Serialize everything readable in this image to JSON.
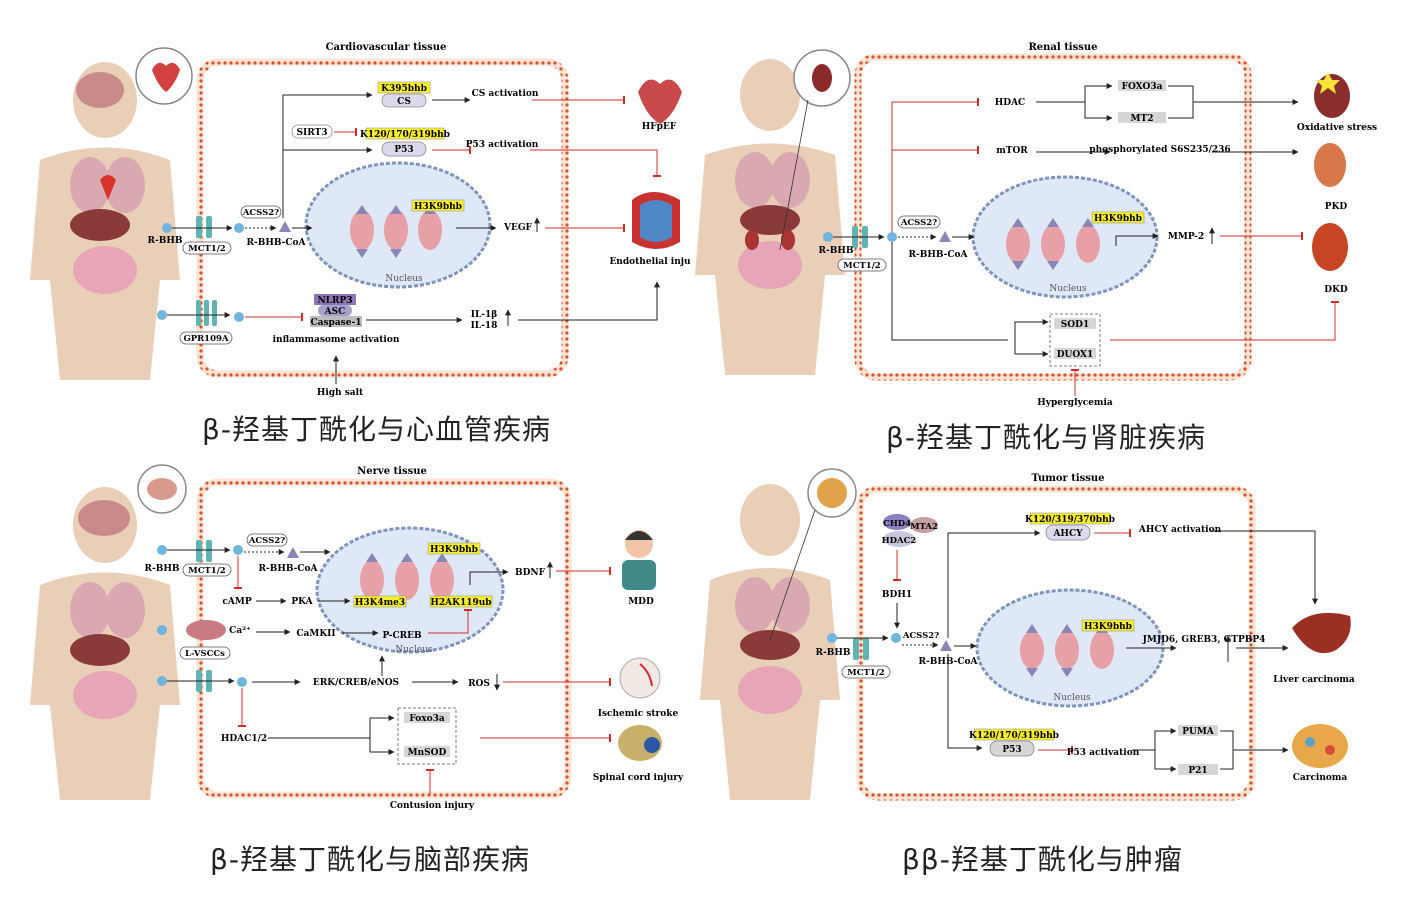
{
  "colors": {
    "cell_border": "#d9532b",
    "nucleus_fill": "#dfe8f6",
    "nucleus_stroke": "#7f93bd",
    "highlight": "#f7ef2a",
    "inhibit": "#d12b2b",
    "arrow": "#222222",
    "receptor": "#5fb3b3",
    "ligand": "#6fb5de",
    "triangle": "#8a86b8",
    "chromatin": "#e6a0a6",
    "body_skin": "#e9cfb8",
    "gray_box": "#d6d6d6",
    "nlrp3": "#8d76b6"
  },
  "panels": [
    {
      "id": "cardio",
      "tissue_title": "Cardiovascular tissue",
      "caption": "β-羟基丁酰化与心血管疾病",
      "labels": {
        "rbhb": "R-BHB",
        "mct": "MCT1/2",
        "acss2": "ACSS2?",
        "rbhb_coa": "R-BHB-CoA",
        "k395": "K395bhb",
        "cs": "CS",
        "cs_activation": "CS activation",
        "sirt3": "SIRT3",
        "k120": "K120/170/319bhb",
        "p53": "P53",
        "p53_activation": "P53 activation",
        "h3k9": "H3K9bhb",
        "vegf": "VEGF",
        "nucleus": "Nucleus",
        "gpr109a": "GPR109A",
        "nlrp3": "NLRP3",
        "asc": "ASC",
        "caspase": "Caspase-1",
        "inflammasome": "inflammasome activation",
        "il1b": "IL-1β",
        "il18": "IL-18",
        "high_salt": "High salt",
        "hfpef": "HFpEF",
        "endothelial": "Endothelial inju"
      }
    },
    {
      "id": "renal",
      "tissue_title": "Renal tissue",
      "caption": "β-羟基丁酰化与肾脏疾病",
      "labels": {
        "rbhb": "R-BHB",
        "mct": "MCT1/2",
        "acss2": "ACSS2?",
        "rbhb_coa": "R-BHB-CoA",
        "hdac": "HDAC",
        "foxo3a": "FOXO3a",
        "mt2": "MT2",
        "mtor": "mTOR",
        "phosph": "phosphorylated S6S235/236",
        "h3k9": "H3K9bhb",
        "mmp2": "MMP-2",
        "nucleus": "Nucleus",
        "sod1": "SOD1",
        "duox1": "DUOX1",
        "hyperglycemia": "Hyperglycemia",
        "oxidative": "Oxidative stress",
        "pkd": "PKD",
        "dkd": "DKD"
      }
    },
    {
      "id": "nerve",
      "tissue_title": "Nerve tissue",
      "caption": "β-羟基丁酰化与脑部疾病",
      "labels": {
        "rbhb": "R-BHB",
        "mct": "MCT1/2",
        "acss2": "ACSS2?",
        "rbhb_coa": "R-BHB-CoA",
        "camp": "cAMP",
        "pka": "PKA",
        "h3k9": "H3K9bhb",
        "h3k4": "H3K4me3",
        "h2ak": "H2AK119ub",
        "bdnf": "BDNF",
        "lvscc": "L-VSCCs",
        "ca": "Ca²⁺",
        "camkii": "CaMKII",
        "pcreb": "P-CREB",
        "nucleus": "Nucleus",
        "erk": "ERK/CREB/eNOS",
        "ros": "ROS",
        "hdac12": "HDAC1/2",
        "foxo3a": "Foxo3a",
        "mnsod": "MnSOD",
        "contusion": "Contusion injury",
        "mdd": "MDD",
        "ischemic": "Ischemic stroke",
        "spinal": "Spinal cord injury"
      }
    },
    {
      "id": "tumor",
      "tissue_title": "Tumor tissue",
      "caption": "ββ-羟基丁酰化与肿瘤",
      "labels": {
        "rbhb": "R-BHB",
        "mct": "MCT1/2",
        "acss2": "ACSS2?",
        "rbhb_coa": "R-BHB-CoA",
        "chd4": "CHD4",
        "mta2": "MTA2",
        "hdac2": "HDAC2",
        "bdh1": "BDH1",
        "k120_319": "K120/319/370bhb",
        "ahcy": "AHCY",
        "ahcy_activation": "AHCY activation",
        "h3k9": "H3K9bhb",
        "jmjd6": "JMJD6, GREB3, GTPBP4",
        "nucleus": "Nucleus",
        "k120_170": "K120/170/319bhb",
        "p53": "P53",
        "p53_activation": "P53 activation",
        "puma": "PUMA",
        "p21": "P21",
        "liver": "Liver carcinoma",
        "carcinoma": "Carcinoma"
      }
    }
  ]
}
